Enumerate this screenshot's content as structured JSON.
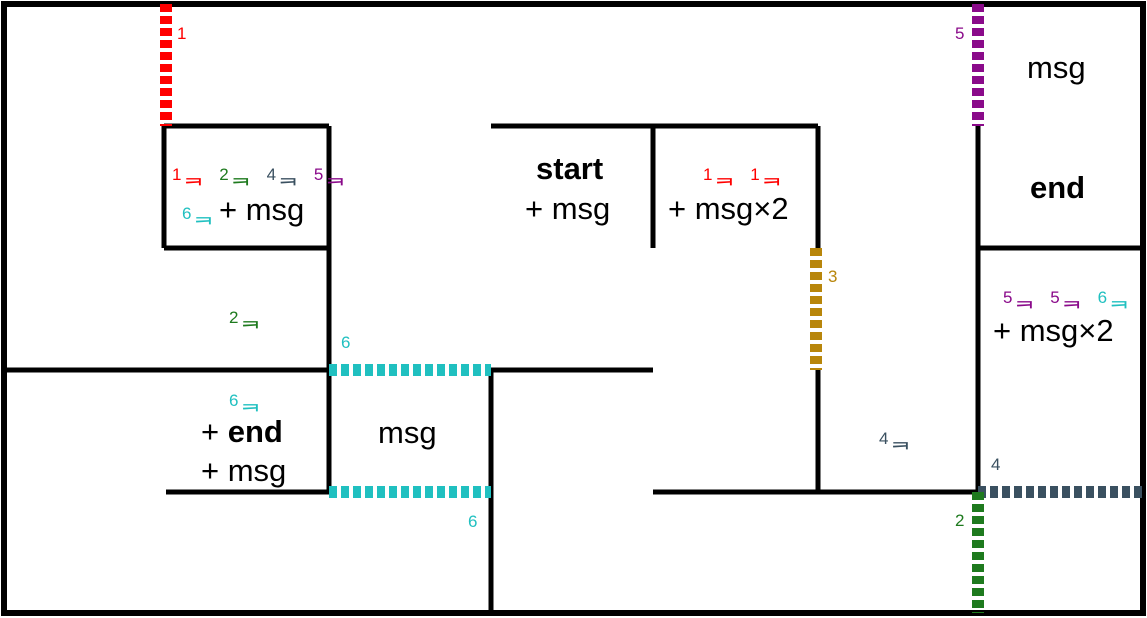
{
  "door_colors": {
    "d1": "#ff0000",
    "d2": "#1e7a1e",
    "d3": "#b8860b",
    "d4": "#3a5060",
    "d5": "#8a0a8a",
    "d6": "#20c0c0"
  },
  "key_glyph": "ᆿ",
  "door_labels": {
    "d1": "1",
    "d2": "2",
    "d3": "3",
    "d4": "4",
    "d5": "5",
    "d6_top": "6",
    "d6_bottom": "6"
  },
  "rooms": {
    "top_left_small": {
      "keys_row1": [
        "1",
        "2",
        "4",
        "5"
      ],
      "keys_row2": [
        "6"
      ],
      "reward": "+ msg"
    },
    "left_middle": {
      "keys": [
        "2"
      ]
    },
    "lower_left": {
      "keys": [
        "6"
      ],
      "line1_prefix": "+ ",
      "line1_bold": "end",
      "line2": "+ msg"
    },
    "center_lower": {
      "text": "msg"
    },
    "start_room": {
      "title": "start",
      "reward": "+ msg"
    },
    "center_right": {
      "keys": [
        "1",
        "1"
      ],
      "reward": "+ msg×2"
    },
    "corridor_right": {
      "keys": [
        "4"
      ]
    },
    "top_right": {
      "text": "msg"
    },
    "right_end": {
      "title": "end"
    },
    "right_lower": {
      "keys": [
        "5",
        "5",
        "6"
      ],
      "reward": "+ msg×2"
    }
  }
}
